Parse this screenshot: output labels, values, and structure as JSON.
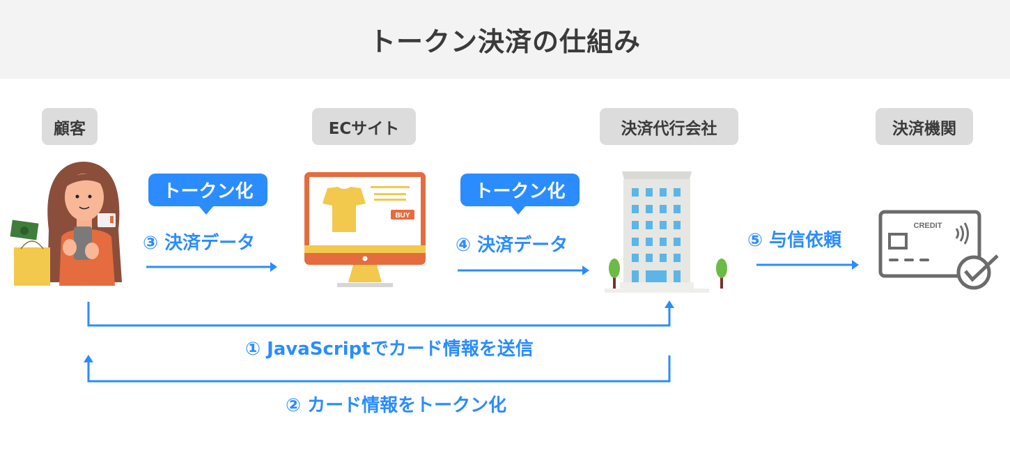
{
  "title": "トークン決済の仕組み",
  "actors": {
    "customer": "顧客",
    "ec_site": "ECサイト",
    "payment_agency": "決済代行会社",
    "payment_institution": "決済機関"
  },
  "bubbles": [
    "トークン化",
    "トークン化"
  ],
  "steps": {
    "s1": "① JavaScriptでカード情報を送信",
    "s2": "② カード情報をトークン化",
    "s3": "③ 決済データ",
    "s4": "④ 決済データ",
    "s5": "⑤ 与信依頼"
  },
  "illustrations": {
    "buy_label": "BUY",
    "card_label": "CREDIT"
  },
  "colors": {
    "accent": "#2a8cff",
    "header_bg": "#f3f3f3",
    "pill_bg": "#dcdcdc"
  }
}
